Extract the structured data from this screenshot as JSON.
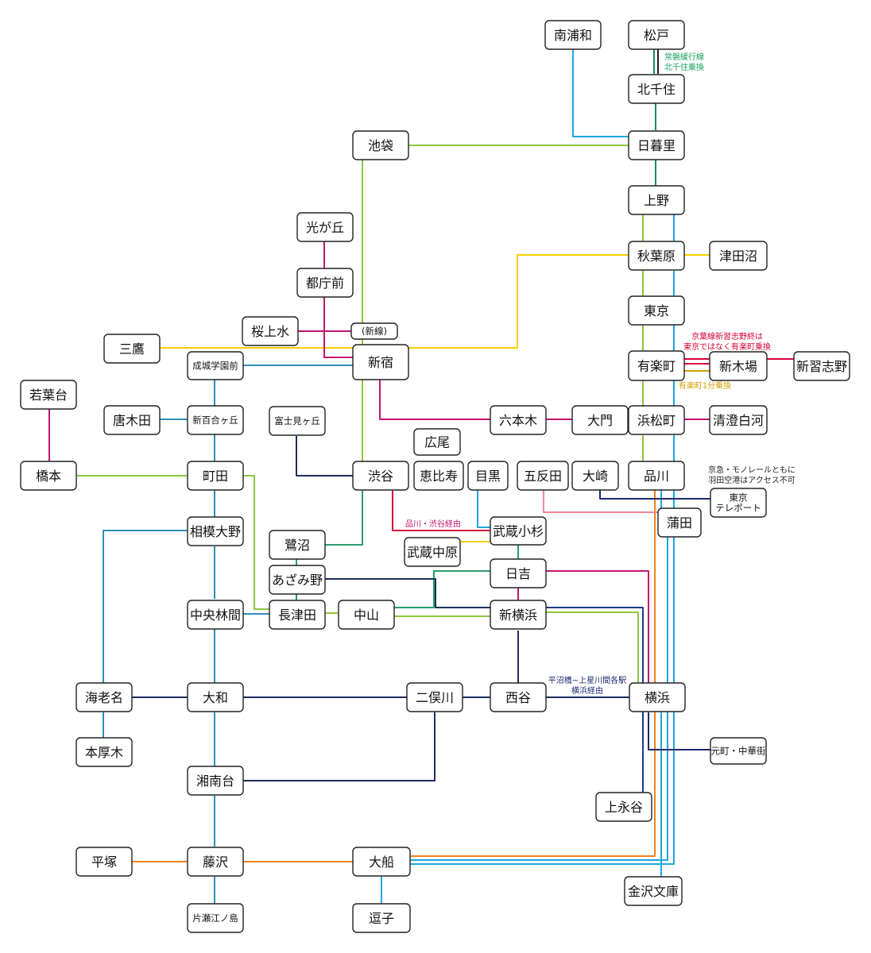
{
  "colors": {
    "yamanote": "#8dc63f",
    "keihin": "#1aa7dc",
    "chuo_sobu": "#f5d000",
    "oedo": "#c0166f",
    "keio": "#2e8fb5",
    "odakyu": "#2e8fb5",
    "sotetsu": "#1b2d5c",
    "joban": "#1c8a6a",
    "keiyo": "#d7003a",
    "tokaido": "#f0821e",
    "blueline": "#1a3a8a",
    "tokyu": "#2a9d6a",
    "rinkai": "#1a2a6e",
    "ikegami": "#ee8899",
    "note_green": "#1aa060",
    "note_red": "#d7003a",
    "note_gold": "#d4a000",
    "note_navy": "#1a2a6e",
    "note_pink": "#c0166f",
    "note_black": "#222222"
  },
  "stations": {
    "minamiurawa": "南浦和",
    "matsudo": "松戸",
    "kitasenju": "北千住",
    "ikebukuro": "池袋",
    "nippori": "日暮里",
    "ueno": "上野",
    "hikarigaoka": "光が丘",
    "tochomae": "都庁前",
    "akihabara": "秋葉原",
    "tsudanuma": "津田沼",
    "tokyo": "東京",
    "sakurajosui": "桜上水",
    "shinsen": "(新線)",
    "mitaka": "三鷹",
    "shinjuku": "新宿",
    "seijo": "成城学園前",
    "yurakucho": "有楽町",
    "shinkiba": "新木場",
    "shinnarashino": "新習志野",
    "wakabadai": "若葉台",
    "karakida": "唐木田",
    "shinyurigaoka": "新百合ヶ丘",
    "fujimigaoka": "富士見ヶ丘",
    "roppongi": "六本木",
    "daimon": "大門",
    "hamamatsucho": "浜松町",
    "kiyosumi": "清澄白河",
    "hiroo": "広尾",
    "hashimoto": "橋本",
    "machida": "町田",
    "shibuya": "渋谷",
    "ebisu": "恵比寿",
    "meguro": "目黒",
    "gotanda": "五反田",
    "osaki": "大崎",
    "shinagawa": "品川",
    "tokyoteleport": "東京\nテレポート",
    "sagamiono": "相模大野",
    "musashikosugi": "武蔵小杉",
    "kamata": "蒲田",
    "saginuma": "鷺沼",
    "musashinakahara": "武蔵中原",
    "azamino": "あざみ野",
    "hiyoshi": "日吉",
    "chuorinkan": "中央林間",
    "nagatsuta": "長津田",
    "nakayama": "中山",
    "shinyokohama": "新横浜",
    "ebina": "海老名",
    "yamato": "大和",
    "futamatagawa": "二俣川",
    "nishiya": "西谷",
    "yokohama": "横浜",
    "honatsugi": "本厚木",
    "motomachi": "元町・中華街",
    "shonandai": "湘南台",
    "kaminagaya": "上永谷",
    "hiratsuka": "平塚",
    "fujisawa": "藤沢",
    "ofuna": "大船",
    "kanazawabunko": "金沢文庫",
    "katase": "片瀬江ノ島",
    "zushi": "逗子"
  },
  "notes": {
    "joban": "常磐緩行線\n北千住乗換",
    "keiyo": "京葉線新習志野終は\n東京ではなく有楽町乗換",
    "yurakucho": "有楽町1分乗換",
    "haneda": "京急・モノレールともに\n羽田空港はアクセス不可",
    "shinagawa_shibuya": "品川・渋谷経由",
    "sotetsu": "平沼橋~上星川間各駅\n横浜経由"
  }
}
